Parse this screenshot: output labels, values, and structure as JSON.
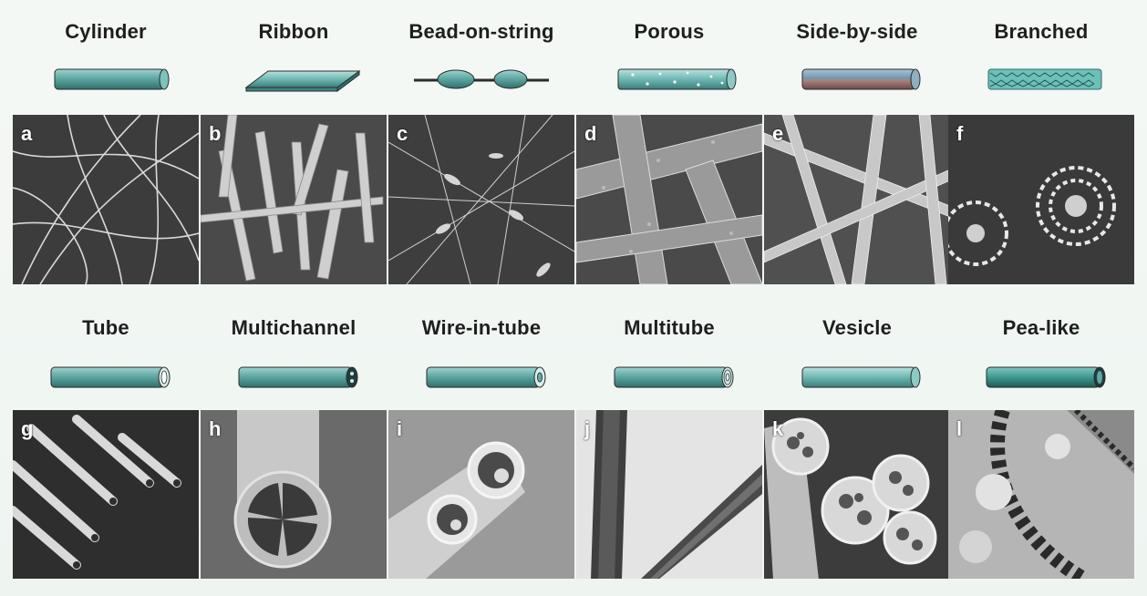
{
  "figure": {
    "top_row": [
      {
        "label": "Cylinder",
        "letter": "a",
        "schematic_icon": "cylinder-fiber-icon"
      },
      {
        "label": "Ribbon",
        "letter": "b",
        "schematic_icon": "ribbon-fiber-icon"
      },
      {
        "label": "Bead-on-string",
        "letter": "c",
        "schematic_icon": "bead-on-string-fiber-icon"
      },
      {
        "label": "Porous",
        "letter": "d",
        "schematic_icon": "porous-fiber-icon"
      },
      {
        "label": "Side-by-side",
        "letter": "e",
        "schematic_icon": "side-by-side-fiber-icon"
      },
      {
        "label": "Branched",
        "letter": "f",
        "schematic_icon": "branched-fiber-icon"
      }
    ],
    "bottom_row": [
      {
        "label": "Tube",
        "letter": "g",
        "schematic_icon": "tube-fiber-icon"
      },
      {
        "label": "Multichannel",
        "letter": "h",
        "schematic_icon": "multichannel-fiber-icon"
      },
      {
        "label": "Wire-in-tube",
        "letter": "i",
        "schematic_icon": "wire-in-tube-fiber-icon"
      },
      {
        "label": "Multitube",
        "letter": "j",
        "schematic_icon": "multitube-fiber-icon"
      },
      {
        "label": "Vesicle",
        "letter": "k",
        "schematic_icon": "vesicle-fiber-icon"
      },
      {
        "label": "Pea-like",
        "letter": "l",
        "schematic_icon": "pea-like-fiber-icon"
      }
    ],
    "colors": {
      "background": "#f2f7f3",
      "fiber_teal": "#5fa9a4",
      "fiber_dark": "#2f6f6c",
      "micrograph_dark": "#3a3a3a",
      "micrograph_light": "#d8d8d8"
    }
  }
}
